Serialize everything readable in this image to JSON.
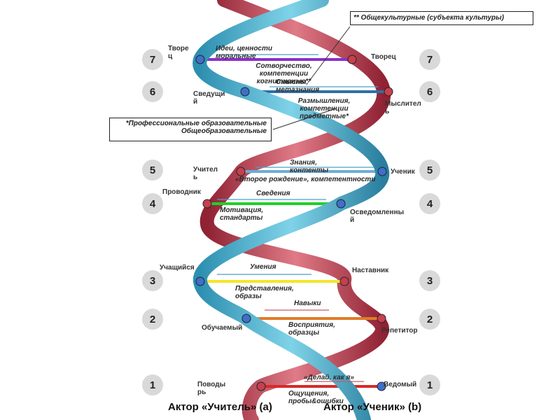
{
  "levels": {
    "left": [
      "7",
      "6",
      "5",
      "4",
      "3",
      "2",
      "1"
    ],
    "right": [
      "7",
      "6",
      "5",
      "4",
      "3",
      "2",
      "1"
    ]
  },
  "left_roles": [
    "Творец",
    "Сведущий",
    "Учитель",
    "Проводник",
    "Учащийся",
    "Обучаемый",
    "Поводырь"
  ],
  "right_roles": [
    "Творец",
    "Мыслитель",
    "Ученик",
    "Осведомленный",
    "Наставник",
    "Репетитор",
    "Ведомый"
  ],
  "annotations": {
    "ideas": "Идеи, ценности моральные",
    "cocreation": "Сотворчество, компетенции когнитивные**",
    "meanings": "Смыслы, метазнания",
    "reflection": "Размышления, компетенции предметные*",
    "knowledge": "Знания, контенты",
    "second_birth": "«Второе рождение», компетентности",
    "info": "Сведения",
    "motivation": "Мотивация, стандарты",
    "skills": "Умения",
    "representations": "Представления, образы",
    "habits": "Навыки",
    "perceptions": "Восприятия, образцы",
    "do_as": "«Делай, как я»",
    "sensations": "Ощущения, пробы&ошибки"
  },
  "callouts": {
    "general_culture": "** Общекультурные (субъекта культуры)",
    "professional": "*Профессиональные образовательные Общеобразовательные"
  },
  "actors": {
    "teacher": "Актор «Учитель» (а)",
    "student": "Актор «Ученик» (b)"
  },
  "colors": {
    "strand_cyan": "#3ba7c4",
    "strand_red": "#b23a4a",
    "rung_7": "#8b2fc9",
    "rung_6": "#2e6fa8",
    "rung_5": "#6aaed6",
    "rung_4": "#1fcf2a",
    "rung_3": "#f2e62a",
    "rung_2": "#e07b26",
    "rung_1": "#d72a2a",
    "node_blue": "#3f6fc8",
    "node_red": "#c8404a",
    "level_circle": "#d9d9d9"
  }
}
